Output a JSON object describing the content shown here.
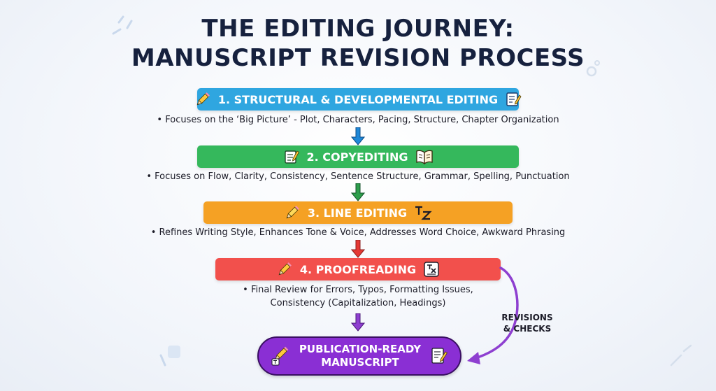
{
  "title": {
    "line1": "THE EDITING JOURNEY:",
    "line2": "MANUSCRIPT REVISION PROCESS"
  },
  "colors": {
    "title": "#16213e",
    "structural": "#2fa6e0",
    "copyediting": "#35b85c",
    "line_editing": "#f5a124",
    "proofreading": "#f2504c",
    "final": "#8a2fd4",
    "arrow_blue": "#1e88d8",
    "arrow_green": "#2e9e4c",
    "arrow_red": "#e53935",
    "arrow_purple": "#8e3fd0"
  },
  "steps": [
    {
      "label": "1. STRUCTURAL & DEVELOPMENTAL EDITING",
      "left_icon": "pencil-icon",
      "right_icon": "notepad-pencil-icon",
      "description": [
        "• Focuses on the ‘Big Picture’ - Plot, Characters, Pacing, Structure, Chapter Organization"
      ]
    },
    {
      "label": "2. COPYEDITING",
      "left_icon": "memo-icon",
      "right_icon": "open-book-icon",
      "description": [
        "• Focuses on Flow, Clarity, Consistency, Sentence Structure, Grammar, Spelling, Punctuation"
      ]
    },
    {
      "label": "3. LINE EDITING",
      "left_icon": "pencil-icon",
      "right_icon": "text-style-icon",
      "description": [
        "• Refines Writing Style, Enhances Tone & Voice, Addresses Word Choice, Awkward Phrasing"
      ]
    },
    {
      "label": "4. PROOFREADING",
      "left_icon": "pencil-icon",
      "right_icon": "clear-format-icon",
      "description": [
        "• Final Review for Errors, Typos, Formatting Issues,",
        "Consistency (Capitalization, Headings)"
      ]
    }
  ],
  "final": {
    "line1": "PUBLICATION-READY",
    "line2": "MANUSCRIPT",
    "left_icon": "pencil-icon",
    "right_icon": "document-pencil-icon"
  },
  "loop_label": {
    "line1": "REVISIONS",
    "line2": "& CHECKS"
  }
}
